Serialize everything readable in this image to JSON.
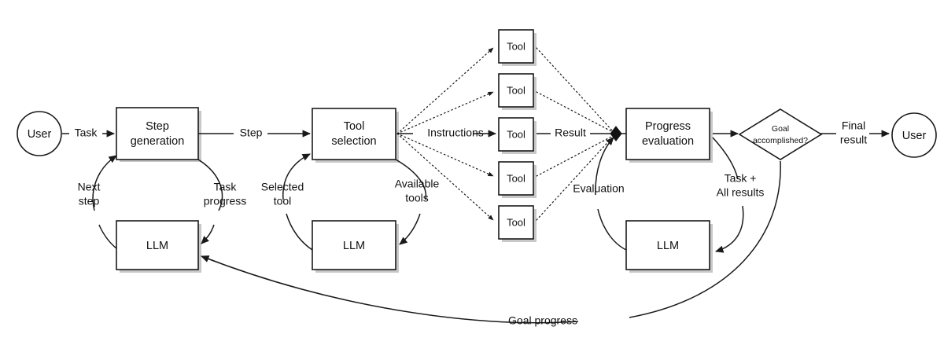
{
  "diagram": {
    "title": "LLM agent loop flowchart",
    "colors": {
      "stroke": "#1a1a1a",
      "fill": "#ffffff",
      "shadow": "#9b9b9b",
      "text": "#111111"
    },
    "nodes": {
      "user_start": {
        "label": "User",
        "shape": "circle"
      },
      "step_generation": {
        "label_line1": "Step",
        "label_line2": "generation",
        "shape": "rect"
      },
      "llm_step": {
        "label": "LLM",
        "shape": "rect"
      },
      "tool_selection": {
        "label_line1": "Tool",
        "label_line2": "selection",
        "shape": "rect"
      },
      "llm_tool": {
        "label": "LLM",
        "shape": "rect"
      },
      "tools": [
        {
          "label": "Tool"
        },
        {
          "label": "Tool"
        },
        {
          "label": "Tool"
        },
        {
          "label": "Tool"
        },
        {
          "label": "Tool"
        }
      ],
      "progress_evaluation": {
        "label_line1": "Progress",
        "label_line2": "evaluation",
        "shape": "rect"
      },
      "llm_progress": {
        "label": "LLM",
        "shape": "rect"
      },
      "goal_decision": {
        "label_line1": "Goal",
        "label_line2": "accomplished?",
        "shape": "diamond"
      },
      "user_end": {
        "label": "User",
        "shape": "circle"
      }
    },
    "edge_labels": {
      "task": "Task",
      "next_step_l1": "Next",
      "next_step_l2": "step",
      "task_progress_l1": "Task",
      "task_progress_l2": "progress",
      "step": "Step",
      "selected_tool_l1": "Selected",
      "selected_tool_l2": "tool",
      "available_tools_l1": "Available",
      "available_tools_l2": "tools",
      "instructions": "Instructions",
      "result": "Result",
      "evaluation": "Evaluation",
      "task_all_results_l1": "Task +",
      "task_all_results_l2": "All results",
      "final_result_l1": "Final",
      "final_result_l2": "result",
      "goal_progress": "Goal progress"
    }
  }
}
